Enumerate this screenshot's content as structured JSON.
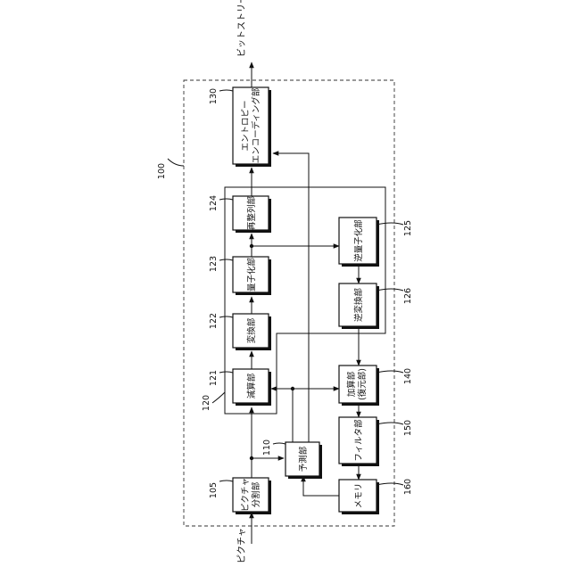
{
  "diagram": {
    "ref_apparatus": "100",
    "input_label": "ピクチャ",
    "output_label": "ビットストリーム",
    "blocks": {
      "picture_split": {
        "ref": "105",
        "line1": "ピクチャ",
        "line2": "分割部"
      },
      "prediction": {
        "ref": "110",
        "line1": "予測部"
      },
      "transform_group": {
        "ref": "120"
      },
      "subtraction": {
        "ref": "121",
        "line1": "減算部"
      },
      "transform": {
        "ref": "122",
        "line1": "変換部"
      },
      "quantization": {
        "ref": "123",
        "line1": "量子化部"
      },
      "rearrangement": {
        "ref": "124",
        "line1": "再整列部"
      },
      "inverse_quantization": {
        "ref": "125",
        "line1": "逆量子化部"
      },
      "inverse_transform": {
        "ref": "126",
        "line1": "逆変換部"
      },
      "entropy_encoding": {
        "ref": "130",
        "line1": "エントロピー",
        "line2": "エンコーディング部"
      },
      "addition": {
        "ref": "140",
        "line1": "加算部",
        "line2": "(復元部)"
      },
      "filter": {
        "ref": "150",
        "line1": "フィルタ部"
      },
      "memory": {
        "ref": "160",
        "line1": "メモリ"
      }
    }
  }
}
